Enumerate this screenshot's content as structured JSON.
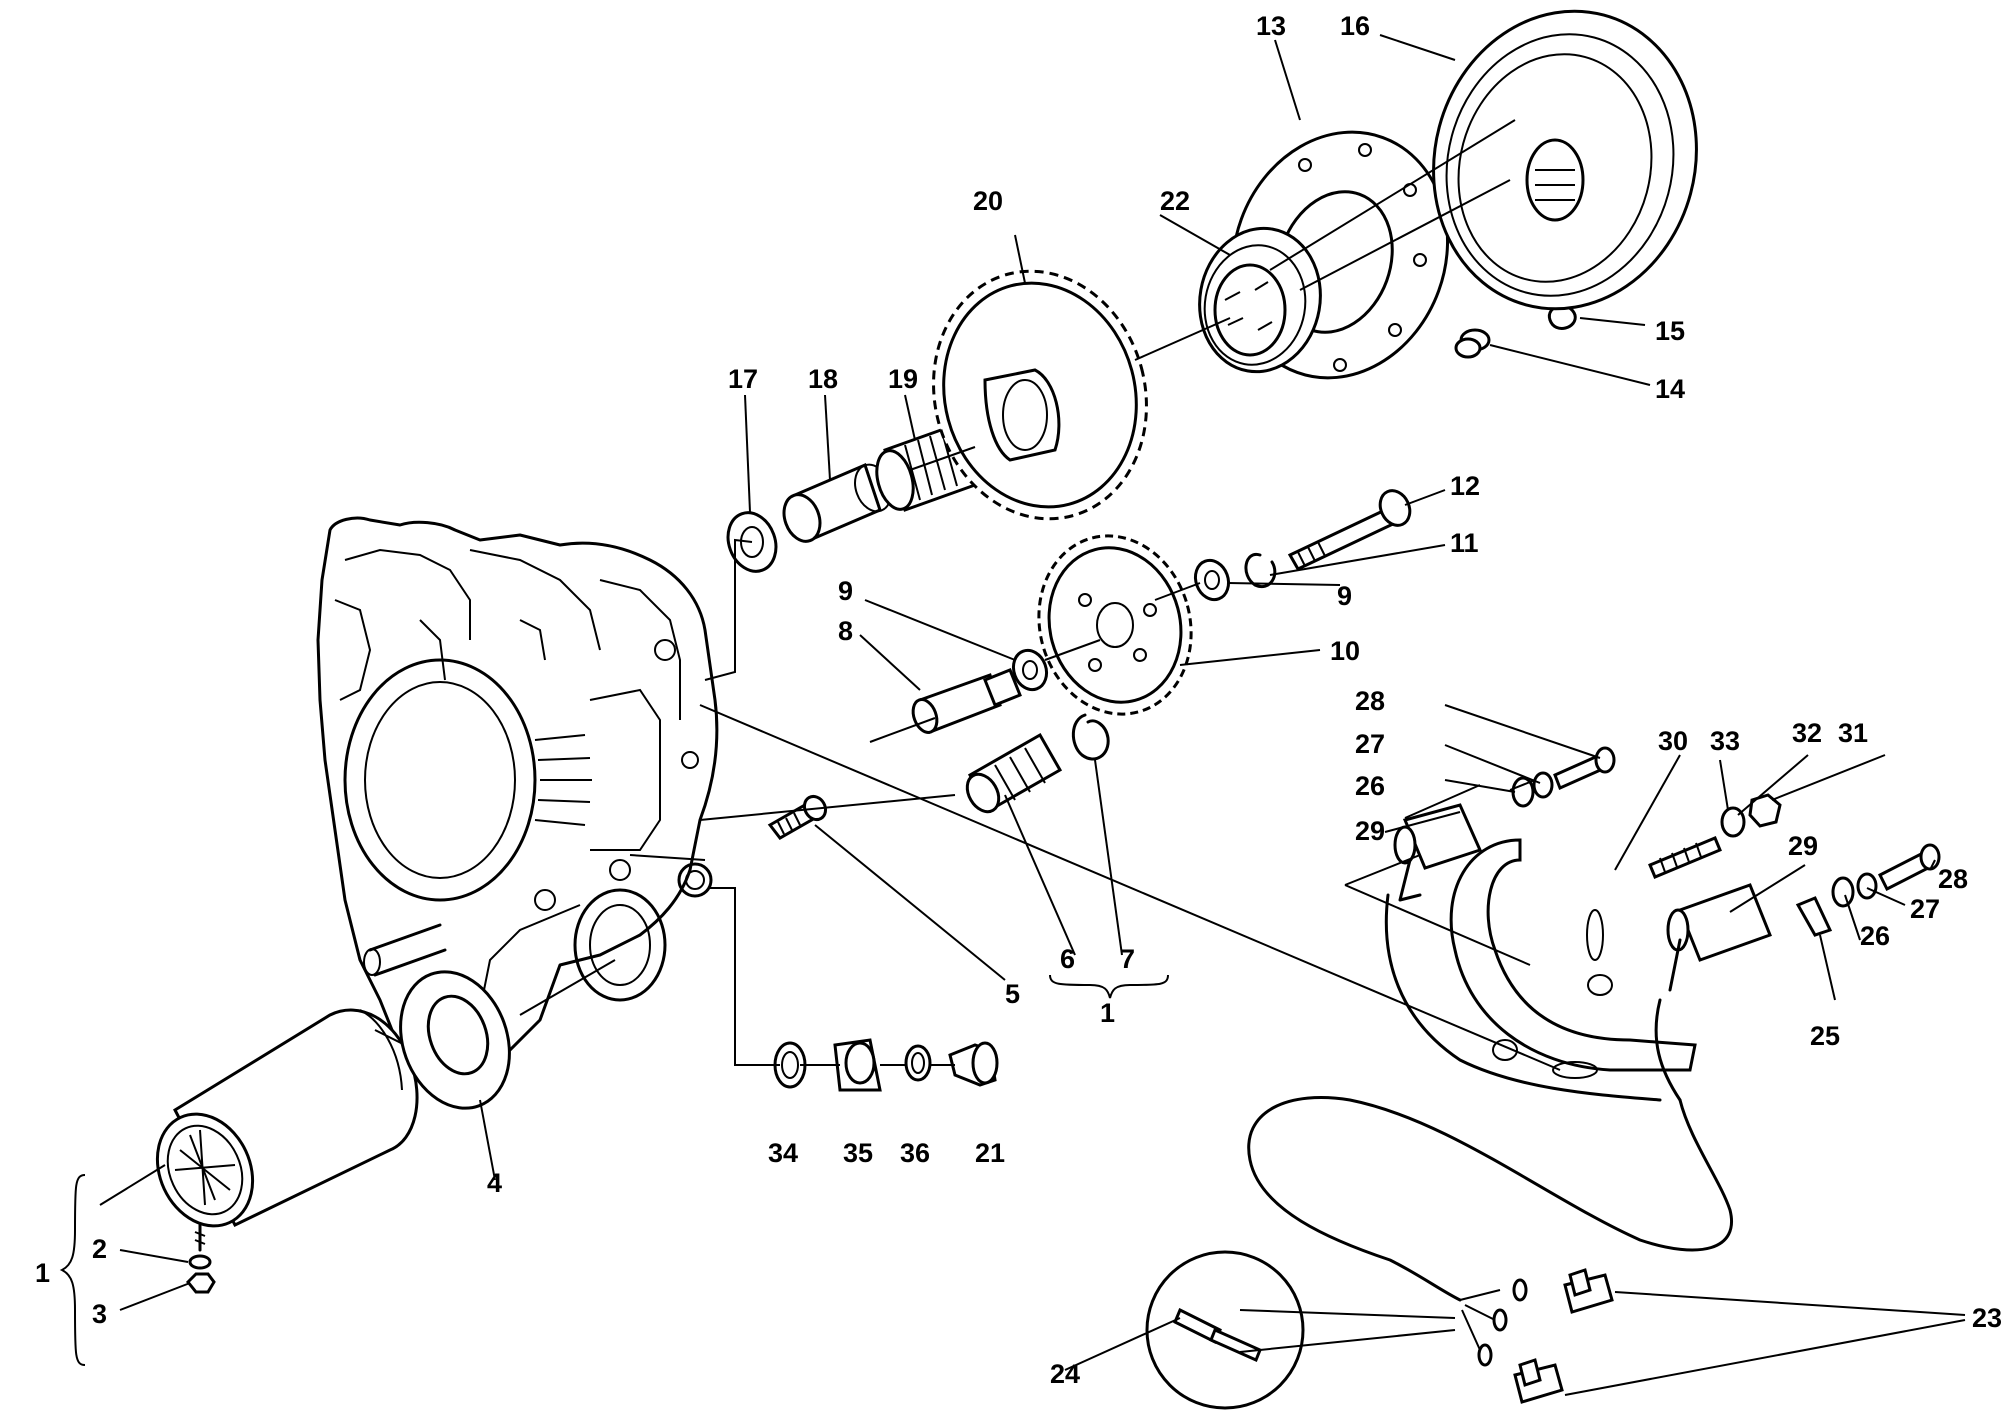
{
  "labels": {
    "p1": "1",
    "p2": "2",
    "p3": "3",
    "p4": "4",
    "p5": "5",
    "p6": "6",
    "p7": "7",
    "p8": "8",
    "p9": "9",
    "p10": "10",
    "p11": "11",
    "p12": "12",
    "p13": "13",
    "p14": "14",
    "p15": "15",
    "p16": "16",
    "p17": "17",
    "p18": "18",
    "p19": "19",
    "p20": "20",
    "p21": "21",
    "p22": "22",
    "p23": "23",
    "p24": "24",
    "p25": "25",
    "p26": "26",
    "p27": "27",
    "p28": "28",
    "p29": "29",
    "p30": "30",
    "p31": "31",
    "p32": "32",
    "p33": "33",
    "p34": "34",
    "p35": "35",
    "p36": "36"
  }
}
